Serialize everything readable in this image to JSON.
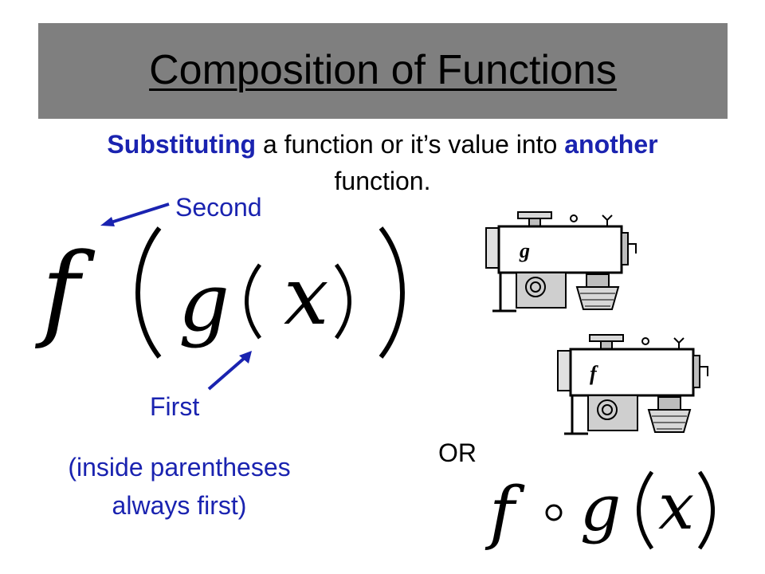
{
  "title": "Composition of Functions",
  "definition": {
    "word1": "Substituting",
    "middle": " a function or it’s value into ",
    "word2": "another",
    "line2": "function."
  },
  "formula_main": {
    "f": "f",
    "g": "g",
    "x": "x"
  },
  "labels": {
    "second": "Second",
    "first": "First",
    "note_line1": "(inside parentheses",
    "note_line2": "always first)",
    "or": "OR"
  },
  "formula_alt": {
    "f": "f",
    "compose": "∘",
    "g": "g",
    "x": "x"
  },
  "machines": [
    {
      "label": "g"
    },
    {
      "label": "f"
    }
  ],
  "colors": {
    "accent_blue": "#1a23b0",
    "title_bar": "#7f7f7f"
  },
  "icons": [
    "arrow-second-icon",
    "arrow-first-icon",
    "function-machine-g-icon",
    "function-machine-f-icon"
  ]
}
